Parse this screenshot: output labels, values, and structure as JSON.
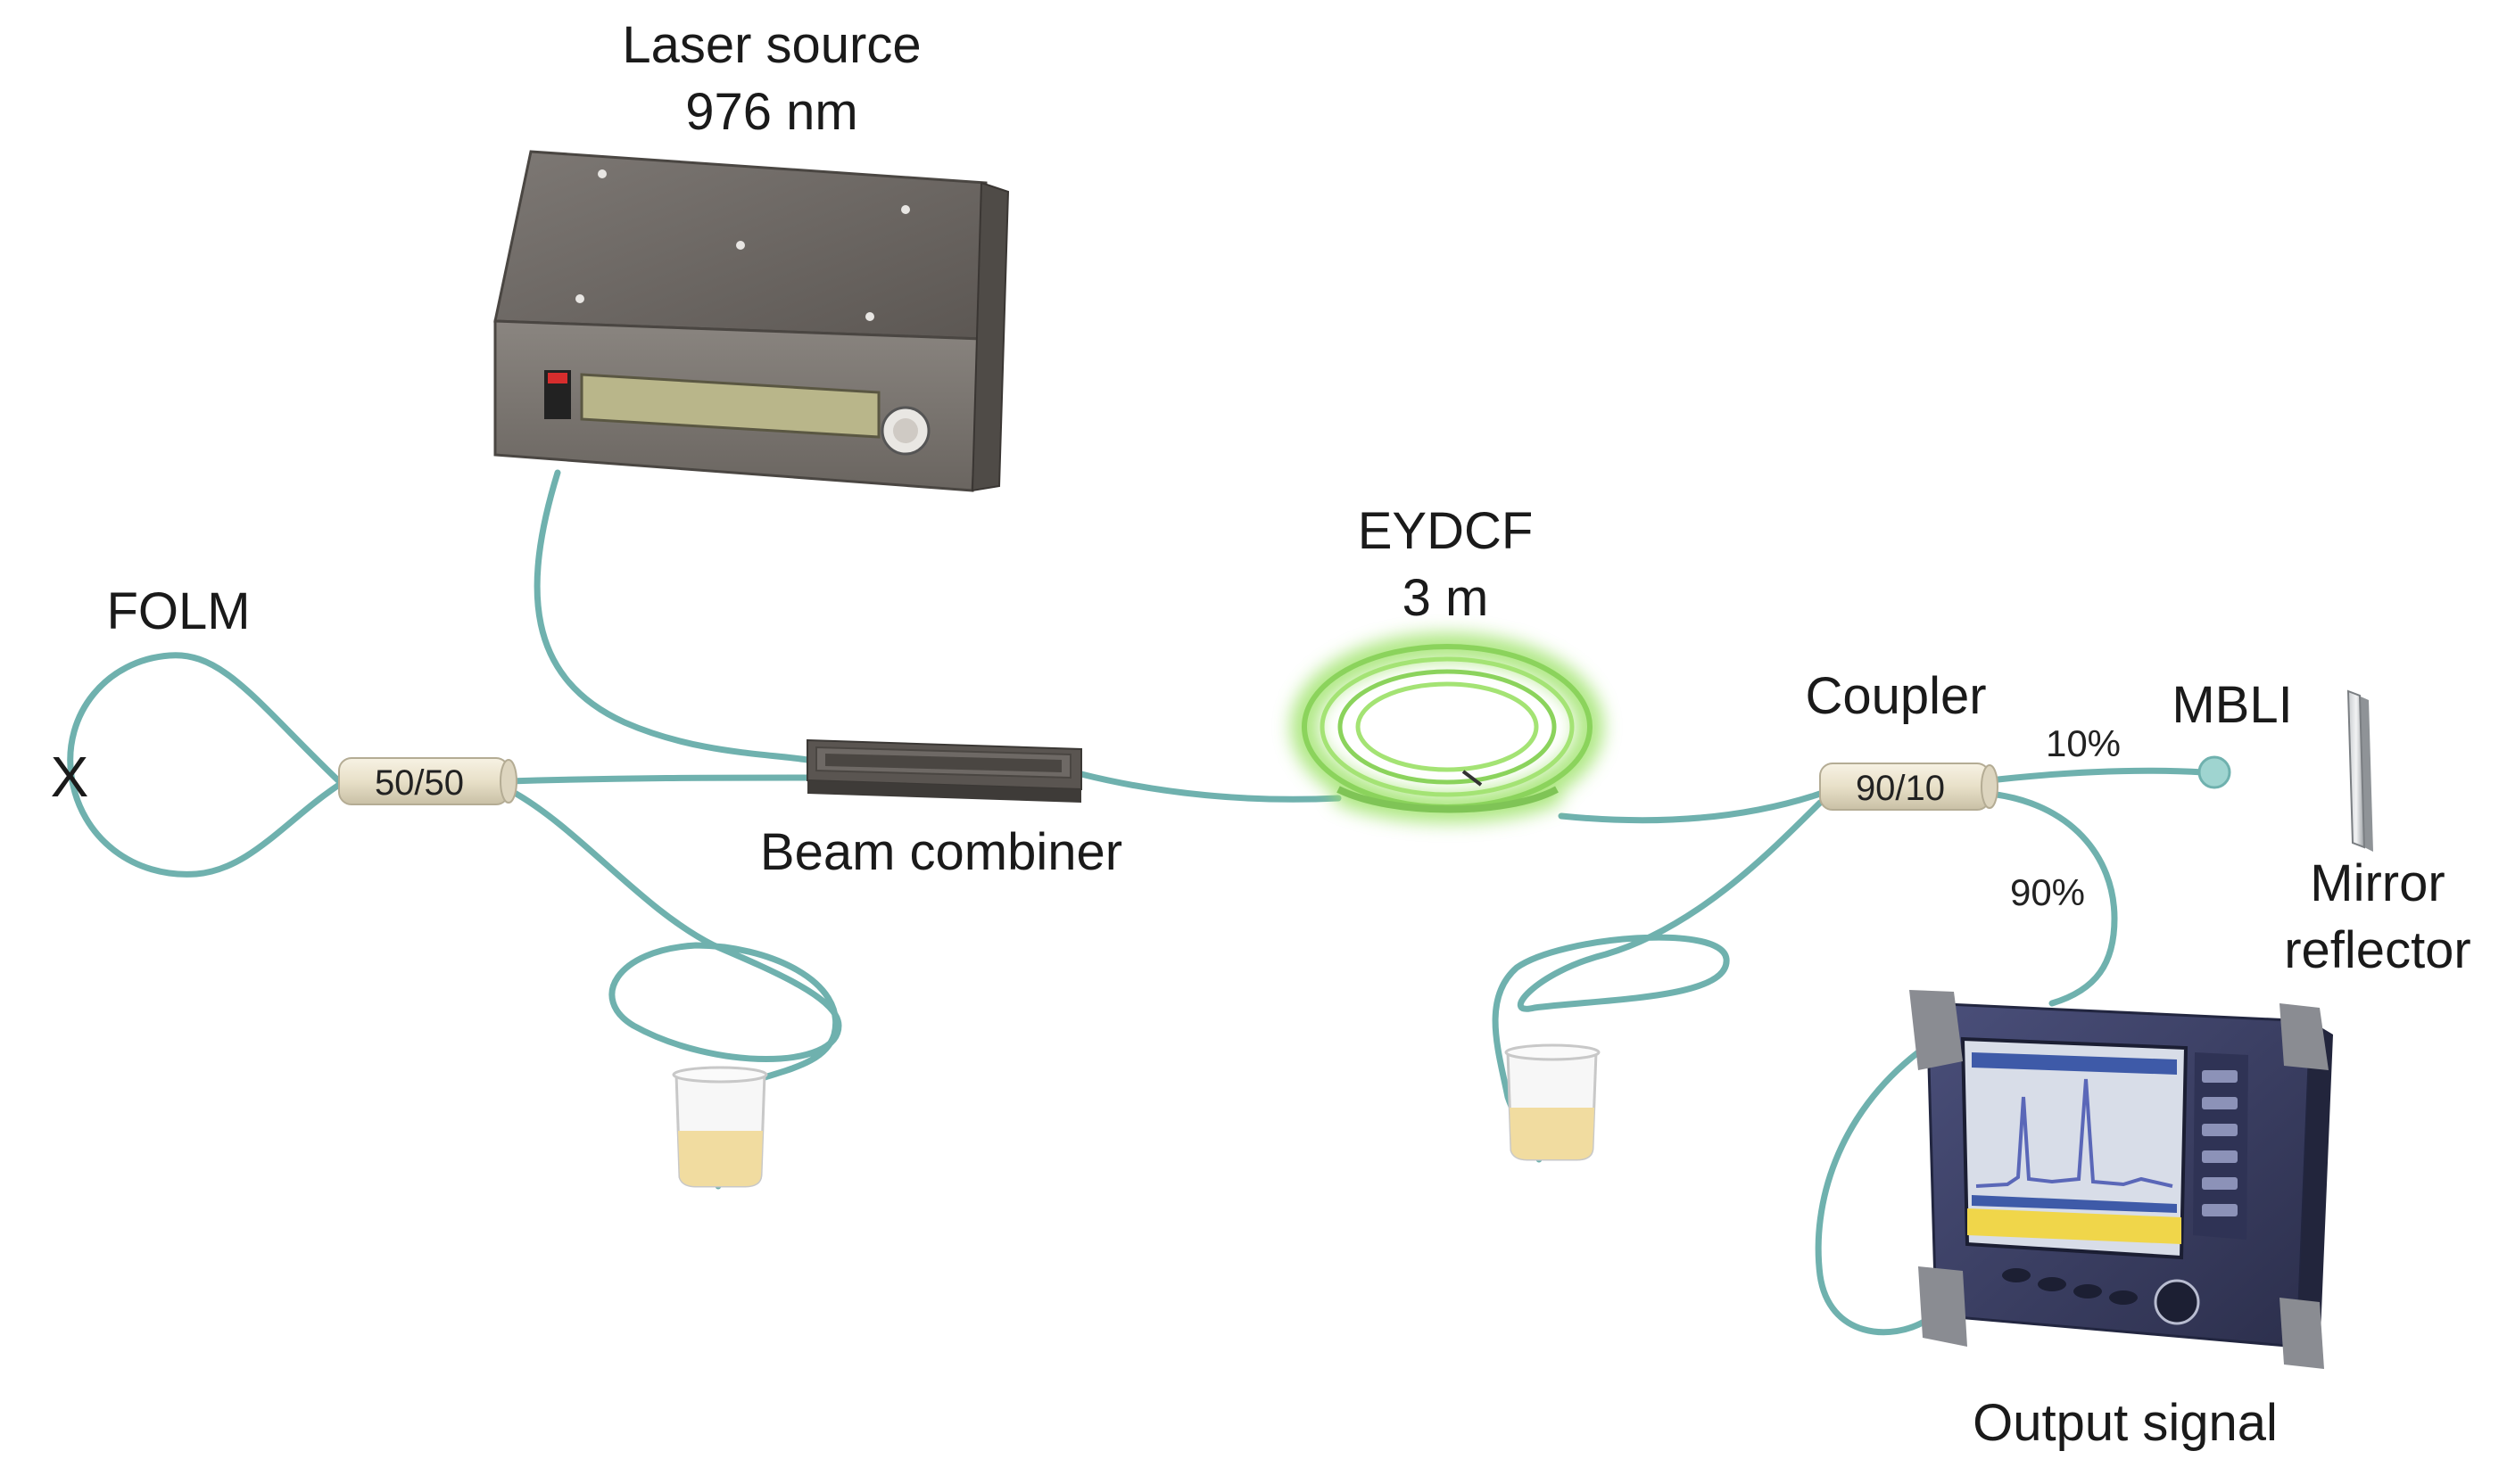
{
  "diagram": {
    "labels": {
      "laser_source_line1": "Laser source",
      "laser_source_line2": "976 nm",
      "eydcf_line1": "EYDCF",
      "eydcf_line2": "3 m",
      "folm": "FOLM",
      "folm_mark": "X",
      "beam_combiner": "Beam combiner",
      "coupler": "Coupler",
      "mbli": "MBLI",
      "mirror_line1": "Mirror",
      "mirror_line2": "reflector",
      "output_signal": "Output signal"
    },
    "couplers": {
      "left_ratio": "50/50",
      "right_ratio": "90/10"
    },
    "ports": {
      "ten_percent": "10%",
      "ninety_percent": "90%"
    },
    "colors": {
      "fiber": "#6fb1ae",
      "coil_glow": "#9fe36a",
      "laser_box": "#6f6a66",
      "display": "#b9b68a",
      "liquid": "#f1dca0",
      "osa_body": "#3b3f63"
    }
  }
}
